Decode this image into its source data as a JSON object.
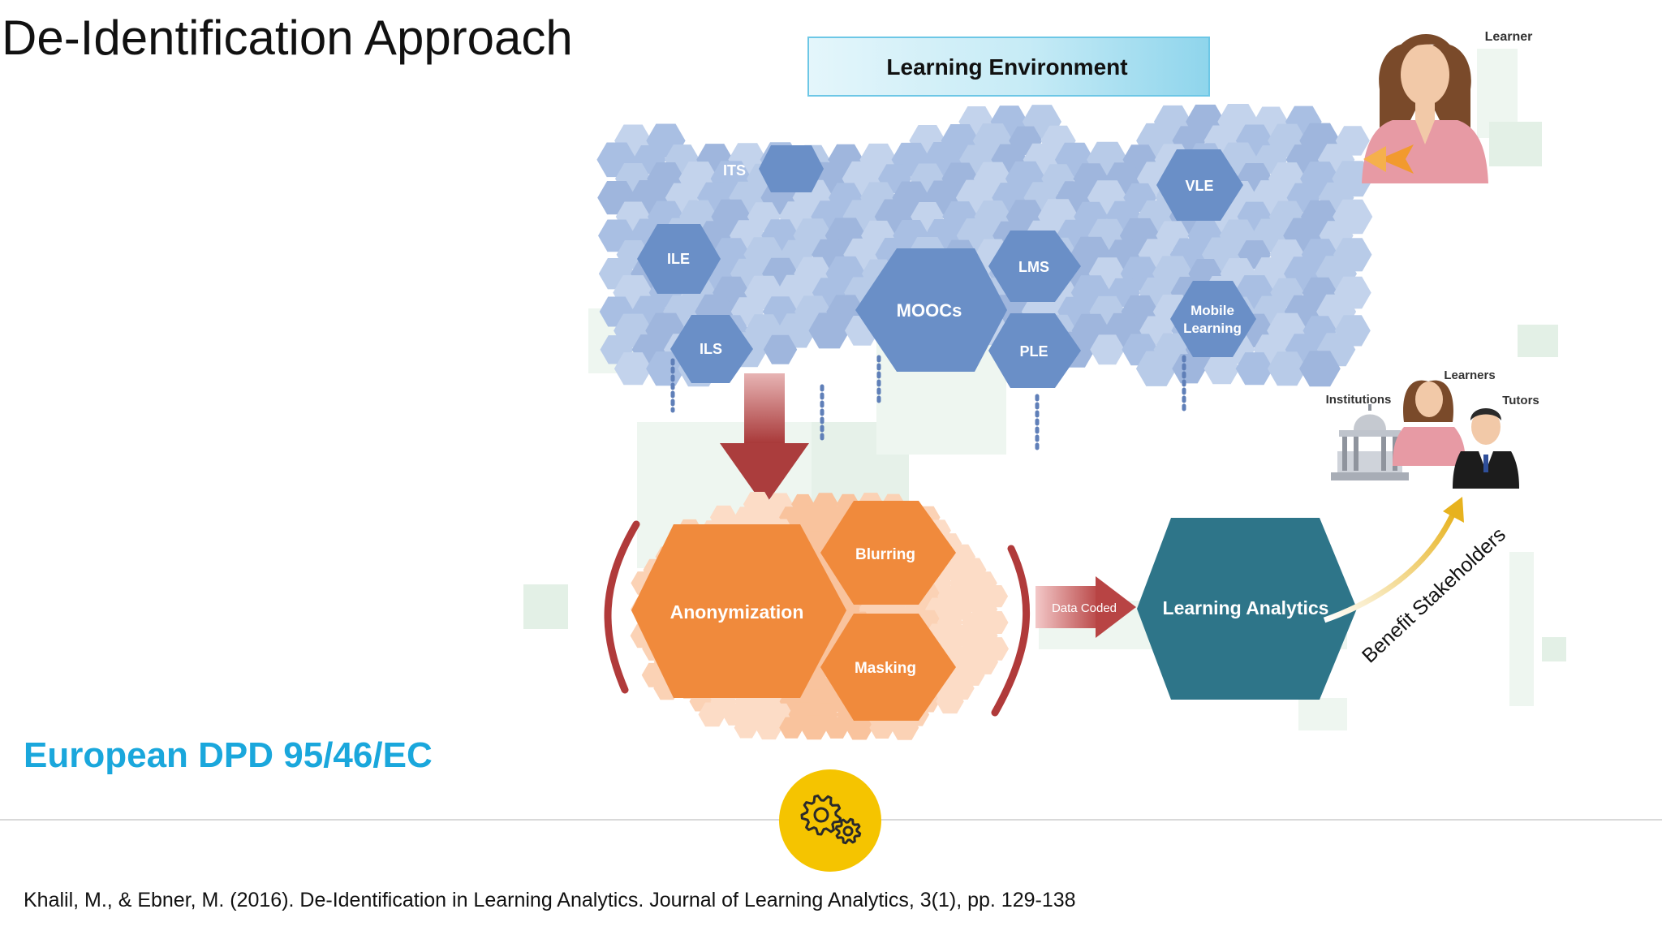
{
  "slide": {
    "title": "De-Identification Approach",
    "subtitle": "European DPD 95/46/EC",
    "citation": "Khalil, M., & Ebner, M. (2016). De-Identification in Learning Analytics. Journal of Learning Analytics, 3(1), pp. 129-138"
  },
  "diagram": {
    "banner": "Learning Environment",
    "learner_label": "Learner",
    "environments": {
      "its": "ITS",
      "ile": "ILE",
      "ils": "ILS",
      "moocs": "MOOCs",
      "lms": "LMS",
      "ple": "PLE",
      "vle": "VLE",
      "mobile_line1": "Mobile",
      "mobile_line2": "Learning"
    },
    "deid": {
      "anonymization": "Anonymization",
      "blurring": "Blurring",
      "masking": "Masking"
    },
    "data_coded": "Data Coded",
    "learning_analytics": "Learning Analytics",
    "benefit": "Benefit Stakeholders",
    "stakeholders": {
      "institutions": "Institutions",
      "learners": "Learners",
      "tutors": "Tutors"
    }
  },
  "colors": {
    "title_blue": "#1aa7dc",
    "hex_blue": "#6a8fc7",
    "hex_orange": "#f08a3c",
    "hex_teal": "#2e7589",
    "badge_yellow": "#f5c400"
  },
  "icons": [
    "gears-icon",
    "learner-icon",
    "institution-icon",
    "tutor-icon",
    "down-arrow-icon",
    "right-arrow-icon",
    "curved-arrow-icon"
  ]
}
